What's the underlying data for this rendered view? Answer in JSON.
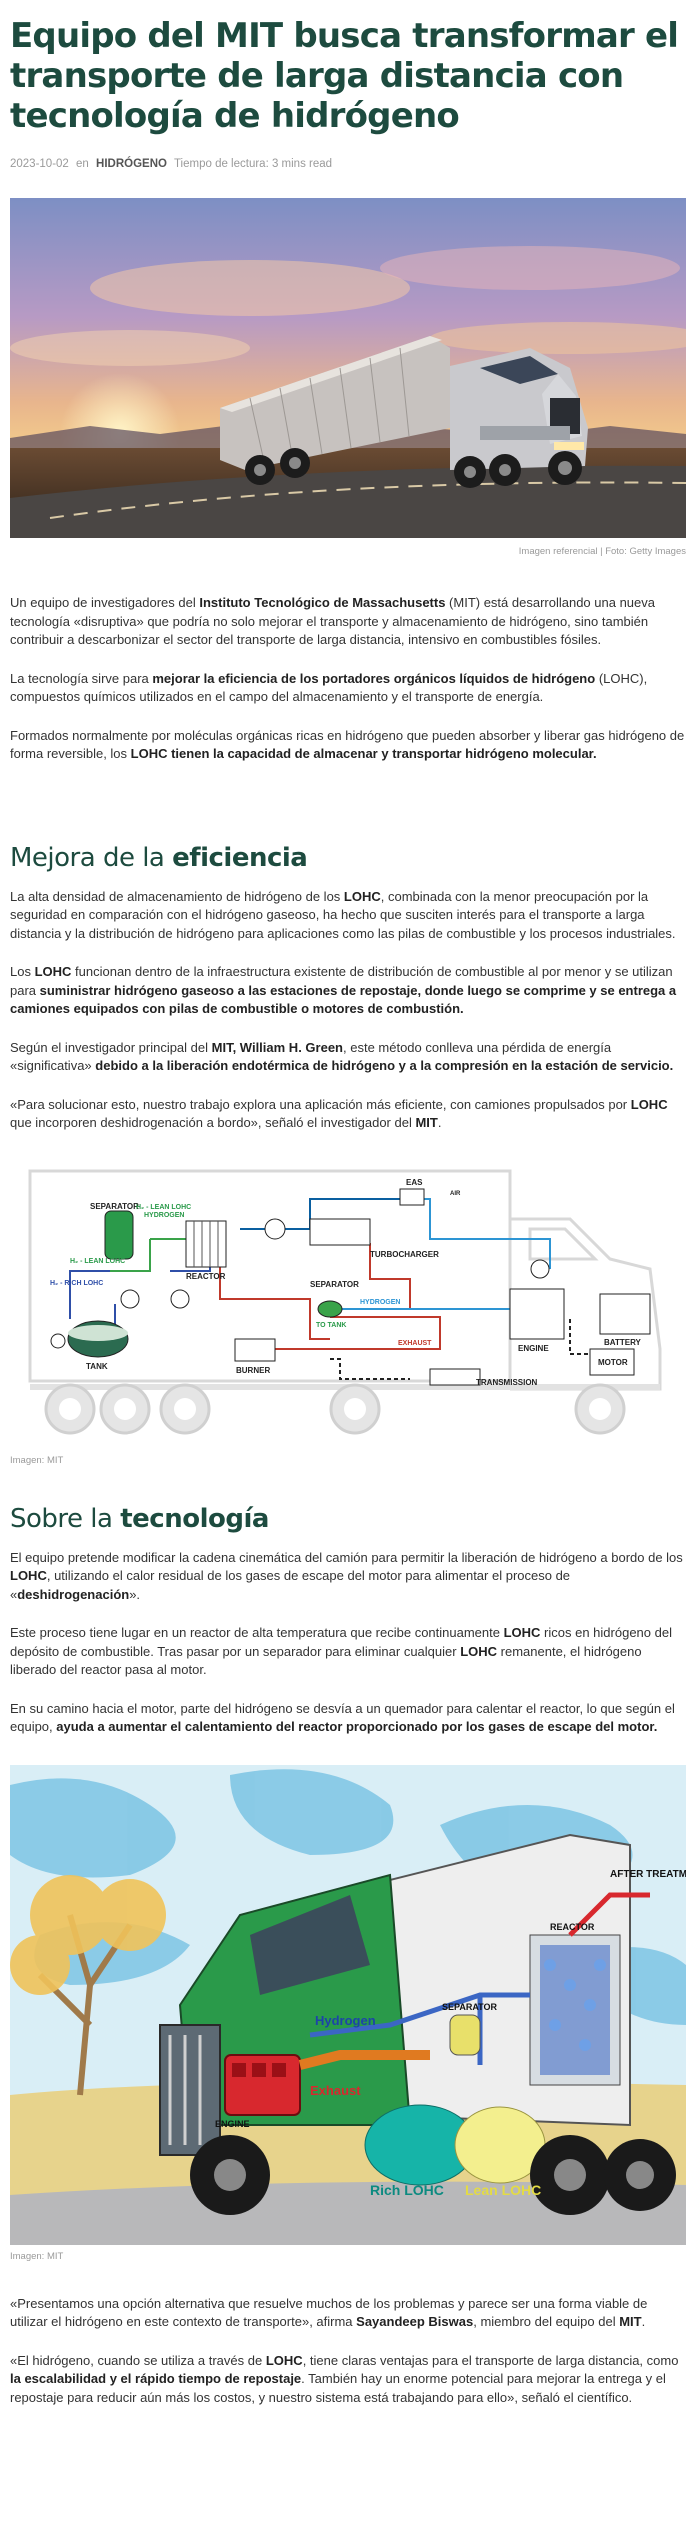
{
  "article": {
    "title": "Equipo del MIT busca transformar el transporte de larga distancia con tecnología de hidrógeno",
    "date": "2023-10-02",
    "in_label": "en",
    "category": "HIDRÓGENO",
    "read_time": "Tiempo de lectura: 3 mins read"
  },
  "hero": {
    "caption": "Imagen referencial | Foto: Getty Images"
  },
  "intro": {
    "p1_a": "Un equipo de investigadores del ",
    "p1_b": "Instituto Tecnológico de Massachusetts",
    "p1_c": " (MIT) está desarrollando una nueva tecnología «disruptiva» que podría no solo mejorar el transporte y almacenamiento de hidrógeno, sino también contribuir a descarbonizar el sector del transporte de larga distancia, intensivo en combustibles fósiles.",
    "p2_a": "La tecnología sirve para ",
    "p2_b": "mejorar la eficiencia de los portadores orgánicos líquidos de hidrógeno",
    "p2_c": " (LOHC), compuestos químicos utilizados en el campo del almacenamiento y el transporte de energía.",
    "p3_a": "Formados normalmente por moléculas orgánicas ricas en hidrógeno que pueden absorber y liberar gas hidrógeno de forma reversible, los ",
    "p3_b": "LOHC tienen la capacidad de almacenar y transportar hidrógeno molecular."
  },
  "section1": {
    "heading_a": "Mejora de la ",
    "heading_b": "eficiencia",
    "p1_a": "La alta densidad de almacenamiento de hidrógeno de los ",
    "p1_b": "LOHC",
    "p1_c": ", combinada con la menor preocupación por la seguridad en comparación con el hidrógeno gaseoso, ha hecho que susciten interés para el transporte a larga distancia y la distribución de hidrógeno para aplicaciones como las pilas de combustible y los procesos industriales.",
    "p2_a": "Los ",
    "p2_b": "LOHC",
    "p2_c": " funcionan dentro de la infraestructura existente de distribución de combustible al por menor y se utilizan para ",
    "p2_d": "suministrar hidrógeno gaseoso a las estaciones de repostaje, donde luego se comprime y se entrega a camiones equipados con pilas de combustible o motores de combustión.",
    "p3_a": "Según el investigador principal del ",
    "p3_b": "MIT, William H. Green",
    "p3_c": ", este método conlleva una pérdida de energía «significativa» ",
    "p3_d": "debido a la liberación endotérmica de hidrógeno y a la compresión en la estación de servicio.",
    "p4_a": "«Para solucionar esto, nuestro trabajo explora una aplicación más eficiente, con camiones propulsados por ",
    "p4_b": "LOHC",
    "p4_c": " que incorporen deshidrogenación a bordo», señaló el investigador del ",
    "p4_d": "MIT",
    "p4_e": "."
  },
  "diagram": {
    "caption": "Imagen: MIT",
    "labels": {
      "separator1": "SEPARATOR",
      "lean_lohc_h2": "H₂ - LEAN LOHC",
      "hydrogen1": "HYDROGEN",
      "h2_lean": "H₂ - LEAN LOHC",
      "h2_rich": "H₂ - RICH LOHC",
      "reactor": "REACTOR",
      "tank": "TANK",
      "burner": "BURNER",
      "eas": "EAS",
      "air": "AIR",
      "turbocharger": "TURBOCHARGER",
      "separator2": "SEPARATOR",
      "hydrogen2": "HYDROGEN",
      "to_tank": "TO TANK",
      "exhaust": "EXHAUST",
      "engine": "ENGINE",
      "battery": "BATTERY",
      "motor": "MOTOR",
      "transmission": "TRANSMISSION"
    }
  },
  "section2": {
    "heading_a": "Sobre la ",
    "heading_b": "tecnología",
    "p1_a": "El equipo pretende modificar la cadena cinemática del camión para permitir la liberación de hidrógeno a bordo de los ",
    "p1_b": "LOHC",
    "p1_c": ", utilizando el calor residual de los gases de escape del motor para alimentar el proceso de «",
    "p1_d": "deshidrogenación",
    "p1_e": "».",
    "p2_a": "Este proceso tiene lugar en un reactor de alta temperatura que recibe continuamente ",
    "p2_b": "LOHC",
    "p2_c": " ricos en hidrógeno del depósito de combustible. Tras pasar por un separador para eliminar cualquier ",
    "p2_d": "LOHC",
    "p2_e": " remanente, el hidrógeno liberado del reactor pasa al motor.",
    "p3_a": "En su camino hacia el motor, parte del hidrógeno se desvía a un quemador para calentar el reactor, lo que según el equipo, ",
    "p3_b": "ayuda a aumentar el calentamiento del reactor proporcionado por los gases de escape del motor."
  },
  "illustration": {
    "caption": "Imagen: MIT",
    "labels": {
      "after_treatment": "AFTER TREATMENT",
      "reactor": "REACTOR",
      "hydrogen": "Hydrogen",
      "separator": "SEPARATOR",
      "engine": "ENGINE",
      "exhaust": "Exhaust",
      "rich_lohc": "Rich LOHC",
      "lean_lohc": "Lean LOHC"
    }
  },
  "closing": {
    "p1_a": "«Presentamos una opción alternativa que resuelve muchos de los problemas y parece ser una forma viable de utilizar el hidrógeno en este contexto de transporte», afirma ",
    "p1_b": "Sayandeep Biswas",
    "p1_c": ", miembro del equipo del ",
    "p1_d": "MIT",
    "p1_e": ".",
    "p2_a": "«El hidrógeno, cuando se utiliza a través de ",
    "p2_b": "LOHC",
    "p2_c": ", tiene claras ventajas para el transporte de larga distancia, como ",
    "p2_d": "la escalabilidad y el rápido tiempo de repostaje",
    "p2_e": ". También hay un enorme potencial para mejorar la entrega y el repostaje para reducir aún más los costos, y nuestro sistema está trabajando para ello», señaló el científico."
  }
}
